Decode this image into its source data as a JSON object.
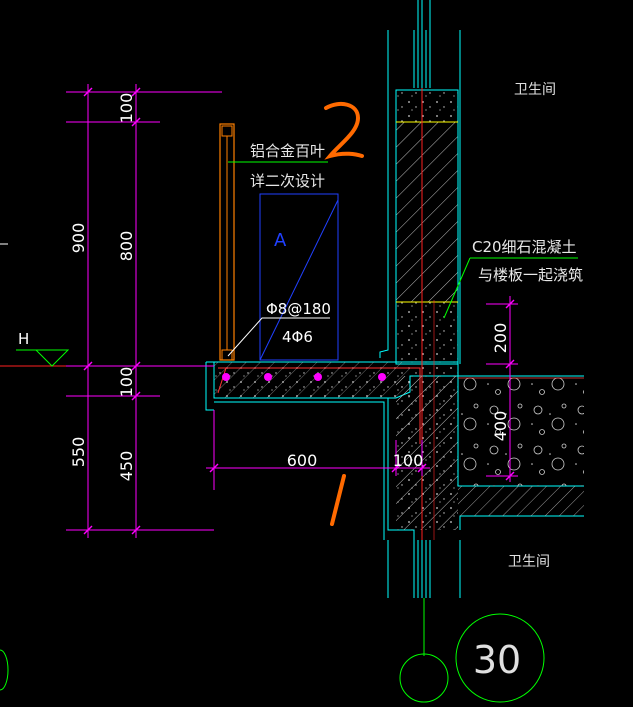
{
  "drawing": {
    "room_top": "卫生间",
    "room_bottom": "卫生间",
    "louver_line1": "铝合金百叶",
    "louver_line2": "详二次设计",
    "concrete_line1": "C20细石混凝土",
    "concrete_line2": "与楼板一起浇筑",
    "rebar_stirrup": "Φ8@180",
    "rebar_main": "4Φ6",
    "section_mark": "A",
    "level_mark": "H",
    "detail_number": "30",
    "handwritten_top": "2",
    "handwritten_bottom": "1"
  },
  "dimensions": {
    "left_outer": [
      "900",
      "550"
    ],
    "left_inner": [
      "100",
      "800",
      "100",
      "450"
    ],
    "bottom": [
      "600",
      "100"
    ],
    "right_wall": [
      "200",
      "400"
    ]
  },
  "colors": {
    "background": "#000000",
    "dimension": "#ff00ff",
    "outline": "#00ffff",
    "hatch": "#c8c8c8",
    "text": "#ffffff",
    "axis": "#ff0000",
    "leader": "#00ff00",
    "louver": "#ff8000",
    "concrete": "#ffff00"
  }
}
